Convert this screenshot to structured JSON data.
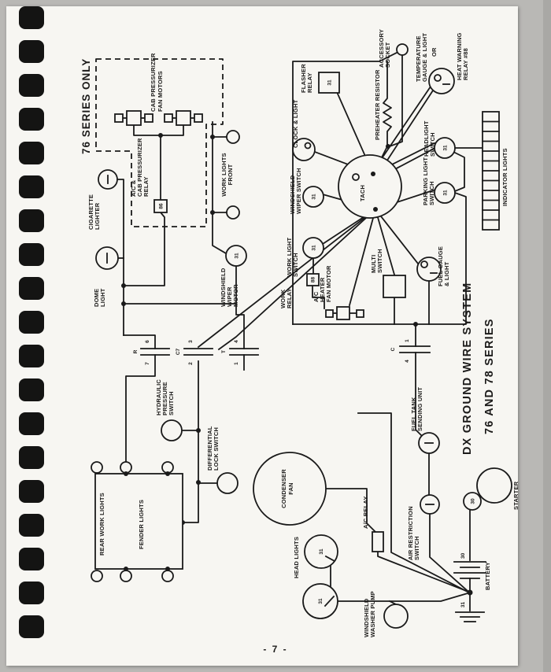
{
  "page": {
    "number_label": "- 7 -"
  },
  "title": {
    "main": "DX GROUND WIRE SYSTEM",
    "sub": "76 AND 78 SERIES"
  },
  "diagram": {
    "series_note": "76 SERIES ONLY",
    "components": {
      "cab_pressurizer_fan_motors": {
        "lines": [
          "CAB PRESSURIZER",
          "FAN MOTORS"
        ]
      },
      "ac_cab_pressurizer_relay": {
        "lines": [
          "A/C &",
          "CAB PRESSURIZER",
          "RELAY"
        ],
        "pin": "86"
      },
      "cigarette_lighter": {
        "lines": [
          "CIGARETTE",
          "LIGHTER"
        ]
      },
      "work_lights_front": {
        "lines": [
          "WORK LIGHTS",
          "FRONT"
        ]
      },
      "dome_light": {
        "lines": [
          "DOME",
          "LIGHT"
        ]
      },
      "windshield_wiper_motor": {
        "lines": [
          "WINDSHIELD",
          "WIPER",
          "MOTOR"
        ],
        "pin": "31"
      },
      "flasher_relay": {
        "lines": [
          "FLASHER",
          "RELAY"
        ],
        "pin": "31"
      },
      "accessory_socket": {
        "lines": [
          "ACCESSORY",
          "SOCKET"
        ]
      },
      "preheater_resistor": {
        "lines": [
          "PREHEATER RESISTOR"
        ]
      },
      "clock_light": {
        "lines": [
          "CLOCK & LIGHT"
        ]
      },
      "temperature_gauge": {
        "lines": [
          "TEMPERATURE",
          "GAUGE & LIGHT"
        ]
      },
      "or_note": "OR",
      "heat_warning_relay": {
        "lines": [
          "HEAT WARNING",
          "RELAY #88"
        ]
      },
      "headlight_switch": {
        "lines": [
          "HEADLIGHT",
          "SWITCH"
        ],
        "pin": "31"
      },
      "parking_light_switch": {
        "lines": [
          "PARKING LIGHT",
          "SWITCH"
        ],
        "pin": "31"
      },
      "indicator_lights": {
        "lines": [
          "INDICATOR LIGHTS"
        ]
      },
      "windshield_wiper_switch": {
        "lines": [
          "WINDSHIELD",
          "WIPER SWITCH"
        ],
        "pin": "31"
      },
      "work_light_switch": {
        "lines": [
          "WORK LIGHT",
          "SWITCH"
        ],
        "pin": "31"
      },
      "work_relay": {
        "lines": [
          "WORK",
          "RELAY"
        ],
        "pin": "88"
      },
      "ac_heater_fan_motor": {
        "lines": [
          "A/C",
          "HEATER",
          "FAN MOTOR"
        ]
      },
      "multi_switch": {
        "lines": [
          "MULTI",
          "SWITCH"
        ]
      },
      "tach": {
        "lines": [
          "TACH"
        ]
      },
      "fuel_gauge_light": {
        "lines": [
          "FUEL GAUGE",
          "& LIGHT"
        ]
      },
      "hydraulic_pressure_switch": {
        "lines": [
          "HYDRAULIC",
          "PRESSURE",
          "SWITCH"
        ]
      },
      "differential_lock_switch": {
        "lines": [
          "DIFFERENTIAL",
          "LOCK SWITCH"
        ]
      },
      "rear_work_lights": {
        "lines": [
          "REAR WORK LIGHTS"
        ]
      },
      "fender_lights": {
        "lines": [
          "FENDER LIGHTS"
        ]
      },
      "condenser_fan": {
        "lines": [
          "CONDENSER",
          "FAN"
        ]
      },
      "ac_relay": {
        "lines": [
          "A/C RELAY"
        ]
      },
      "fuel_tank_sending_unit": {
        "lines": [
          "FUEL TANK",
          "SENDING UNIT"
        ]
      },
      "air_restriction_switch": {
        "lines": [
          "AIR RESTRICTION",
          "SWITCH"
        ]
      },
      "head_lights": {
        "lines": [
          "HEAD LIGHTS"
        ],
        "pin_upper": "31",
        "pin_lower": "31"
      },
      "windshield_washer_pump": {
        "lines": [
          "WINDSHIELD",
          "WASHER PUMP"
        ]
      },
      "battery": {
        "lines": [
          "BATTERY"
        ],
        "terminal_top": "30",
        "terminal_bottom": "31"
      },
      "starter": {
        "lines": [
          "STARTER"
        ],
        "pin": "30"
      }
    },
    "connectors": {
      "r": {
        "label": "R",
        "pin_top": "6",
        "pin_bottom": "7"
      },
      "c7": {
        "label": "C7",
        "pin_top": "3",
        "pin_bottom": "2"
      },
      "t": {
        "label": "T",
        "pin_top": "4",
        "pin_bottom": "1"
      },
      "c": {
        "label": "C",
        "pin_top": "1",
        "pin_bottom": "4"
      }
    }
  },
  "colors": {
    "ink": "#1a1a1a",
    "paper": "#f7f6f2",
    "frame": "#b9b8b5",
    "binding": "#141413"
  }
}
